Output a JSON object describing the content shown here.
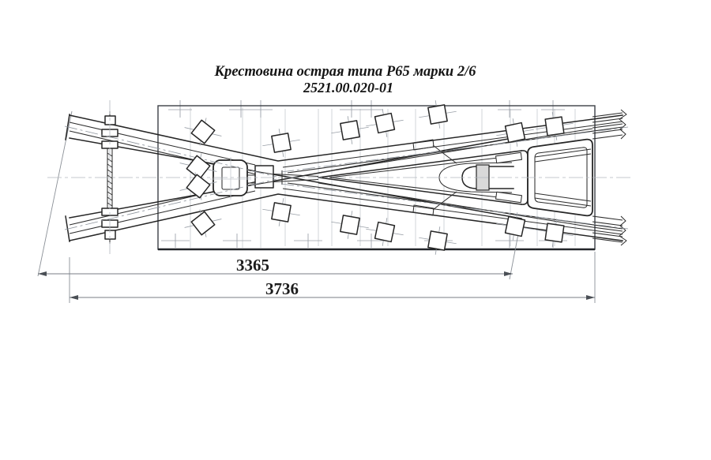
{
  "title": {
    "line1": "Крестовина острая типа Р65 марки 2/6",
    "line2": "2521.00.020-01"
  },
  "dims": {
    "inner": "3365",
    "outer": "3736"
  },
  "meta": {
    "subject": "railway acute frog crossing, plan view",
    "rail_type": "Р65",
    "frog_mark": "2/6",
    "drawing_number": "2521.00.020-01",
    "colors": {
      "ink": "#262626",
      "faint_grid": "#c6cad0",
      "dimension_line": "#787e86",
      "insert_fill": "#d9d9d9",
      "background": "#ffffff"
    }
  }
}
